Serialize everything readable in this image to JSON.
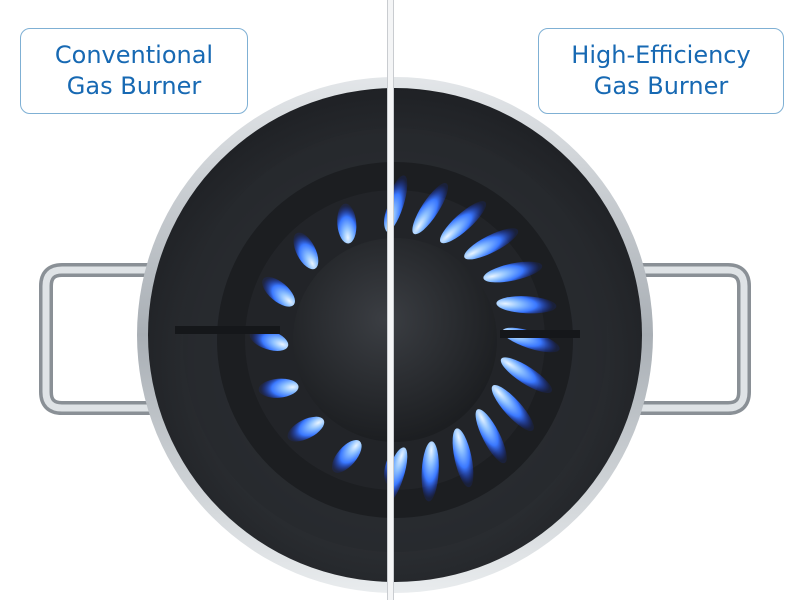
{
  "labels": {
    "left": {
      "line1": "Conventional",
      "line2": "Gas Burner"
    },
    "right": {
      "line1": "High-Efficiency",
      "line2": "Gas Burner"
    }
  },
  "burners": {
    "left": {
      "flame_count": 16
    },
    "right": {
      "flame_count": 24
    }
  },
  "colors": {
    "label_text": "#1769b3",
    "label_border": "#7fb0d4",
    "flame_core": "#e8f4ff",
    "flame_mid": "#3a8cff",
    "flame_outer": "#1230c8",
    "pot_interior": "#2b2e33",
    "pot_rim": "#c7ccd1",
    "divider": "#d8dade"
  }
}
